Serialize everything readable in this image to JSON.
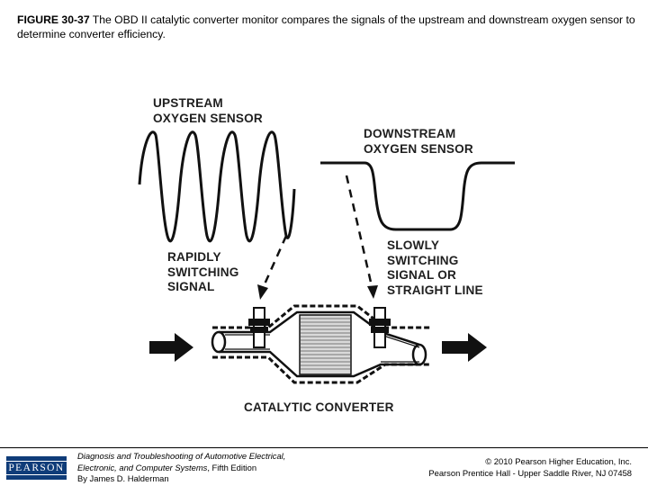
{
  "caption": {
    "figure_label": "FIGURE 30-37",
    "text": " The OBD II catalytic converter monitor compares the signals of the upstream and downstream oxygen sensor to determine converter efficiency."
  },
  "diagram": {
    "upstream_label": "UPSTREAM\nOXYGEN SENSOR",
    "downstream_label": "DOWNSTREAM\nOXYGEN SENSOR",
    "rapid_label": "RAPIDLY\nSWITCHING\nSIGNAL",
    "slow_label": "SLOWLY\nSWITCHING\nSIGNAL OR\nSTRAIGHT LINE",
    "converter_label": "CATALYTIC CONVERTER",
    "line_color": "#111111",
    "ink_color": "#1f1f1f"
  },
  "footer": {
    "logo_text": "PEARSON",
    "book_title_line1": "Diagnosis and Troubleshooting of Automotive Electrical,",
    "book_title_line2": "Electronic, and Computer Systems",
    "book_edition": ", Fifth Edition",
    "book_author": "By James D. Halderman",
    "copyright_line1": "© 2010 Pearson Higher Education, Inc.",
    "copyright_line2": "Pearson Prentice Hall - Upper Saddle River, NJ 07458",
    "logo_color": "#0f3c79"
  }
}
